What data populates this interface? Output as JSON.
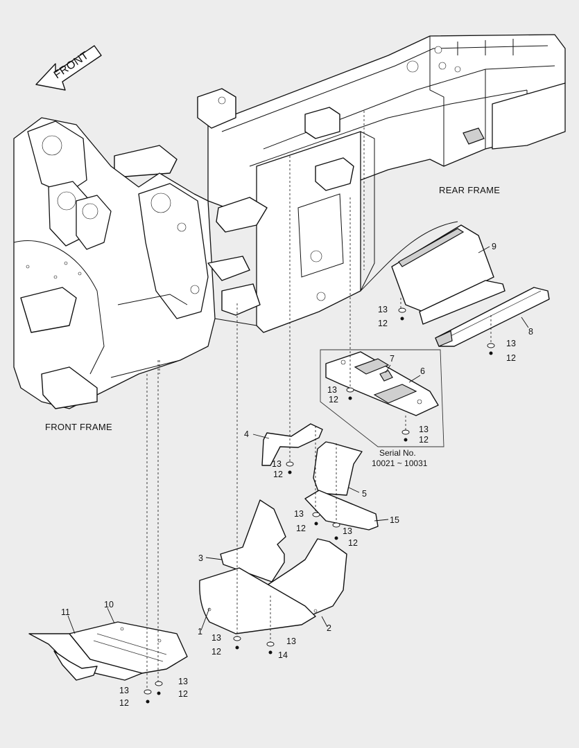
{
  "captions": {
    "front_arrow": "FRONT",
    "rear_frame": "REAR FRAME",
    "front_frame": "FRONT FRAME",
    "serial_line1": "Serial No.",
    "serial_line2": "10021 ~ 10031"
  },
  "callouts": {
    "p1": "1",
    "p2": "2",
    "p3": "3",
    "p4": "4",
    "p5": "5",
    "p6": "6",
    "p7": "7",
    "p8": "8",
    "p9": "9",
    "p10": "10",
    "p11": "11",
    "p14": "14",
    "p15": "15",
    "w9": "13",
    "b9": "12",
    "w8": "13",
    "b8": "12",
    "w6a": "13",
    "b6a": "12",
    "w6b": "13",
    "b6b": "12",
    "w4": "13",
    "b4": "12",
    "w5": "13",
    "b5": "12",
    "w15": "13",
    "b15": "12",
    "w1": "13",
    "b1": "12",
    "w2": "13",
    "w10": "13",
    "b10": "12",
    "w11": "13",
    "b11": "12"
  }
}
